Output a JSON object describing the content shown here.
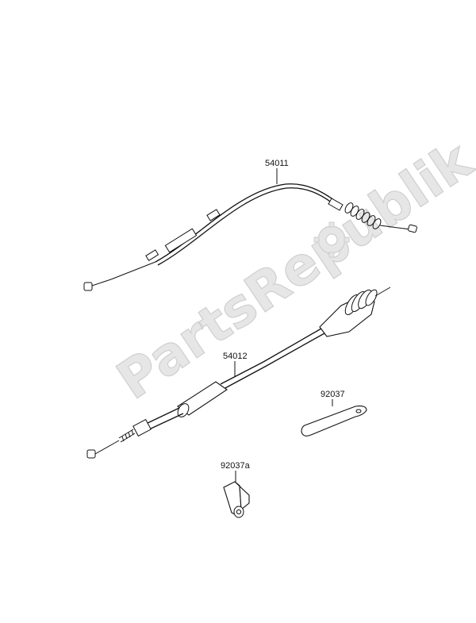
{
  "watermark": {
    "text": "PartsRepublik",
    "icon": "gear-icon"
  },
  "parts": [
    {
      "id": "54011",
      "label": "54011"
    },
    {
      "id": "54012",
      "label": "54012"
    },
    {
      "id": "92037",
      "label": "92037"
    },
    {
      "id": "92037a",
      "label": "92037a"
    }
  ]
}
